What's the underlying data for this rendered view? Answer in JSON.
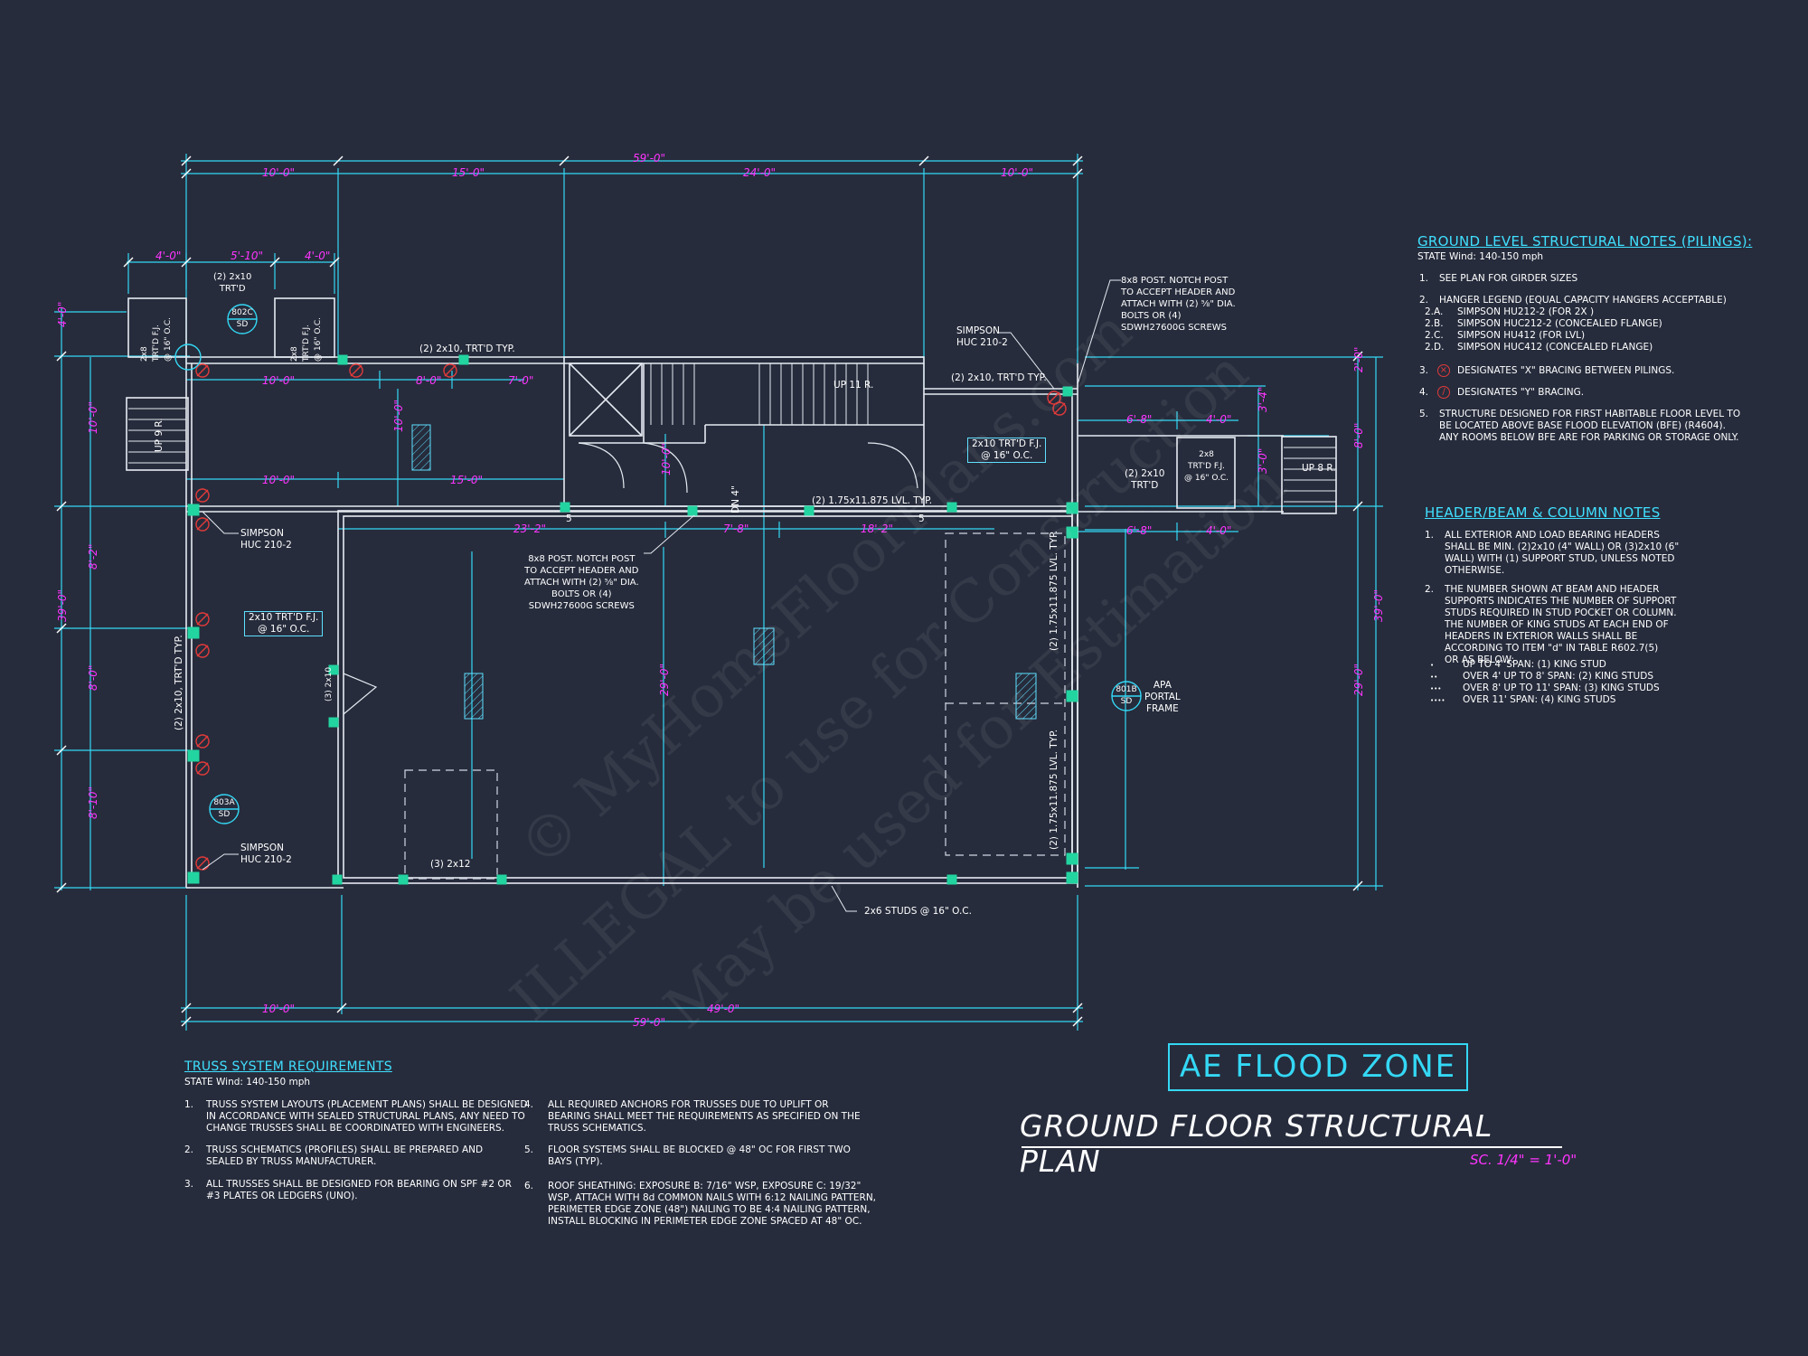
{
  "dimensions": {
    "top_overall": "59'-0\"",
    "top_segments": [
      "10'-0\"",
      "15'-0\"",
      "24'-0\"",
      "10'-0\""
    ],
    "stair_segments": [
      "4'-0\"",
      "5'-10\"",
      "4'-0\""
    ],
    "room_row1": [
      "10'-0\"",
      "8'-0\"",
      "7'-0\""
    ],
    "room_row2": [
      "10'-0\"",
      "15'-0\""
    ],
    "room_row3": [
      "23'-2\"",
      "7'-8\"",
      "18'-2\""
    ],
    "right_porch": [
      "6'-8\"",
      "4'-0\"",
      "6'-8\"",
      "4'-0\""
    ],
    "left_vertical": [
      "4'-0\"",
      "10'-0\"",
      "8'-2\"",
      "8'-0\"",
      "8'-10\"",
      "39'-0\""
    ],
    "right_vertical": [
      "2'-0\"",
      "3'-4\"",
      "8'-0\"",
      "3'-0\"",
      "39'-0\"",
      "29'-0\""
    ],
    "inner_vertical": [
      "10'-0\"",
      "10'-0\"",
      "29'-0\""
    ],
    "bottom_segments": [
      "10'-0\"",
      "49'-0\""
    ],
    "bottom_overall": "59'-0\""
  },
  "plan_labels": {
    "joists_2x10": "(2) 2x10\nTRT'D",
    "joists_2x8_a": "2x8\nTRT'D F.J.\n@ 16\" O.C.",
    "joists_2x8_b": "2x8\nTRT'D F.J.\n@ 16\" O.C.",
    "section_802c": "802C\nSD",
    "section_803a": "803A\nSD",
    "section_801b": "801B\nSD",
    "beam_2x10_typ": "(2) 2x10, TRT'D TYP.",
    "beam_2x10_typ_right": "(2) 2x10, TRT'D TYP.",
    "simpson_top": "SIMPSON\nHUC 210-2",
    "simpson_left1": "SIMPSON\nHUC 210-2",
    "simpson_left2": "SIMPSON\nHUC 210-2",
    "post_note_top": "8x8 POST. NOTCH POST\nTO ACCEPT HEADER AND\nATTACH WITH (2) ⅝\" DIA.\nBOLTS OR (4)\nSDWH27600G SCREWS",
    "post_note_mid": "8x8 POST. NOTCH POST\nTO ACCEPT HEADER AND\nATTACH WITH (2) ⅝\" DIA.\nBOLTS OR (4)\nSDWH27600G SCREWS",
    "lvl_beam": "(2) 1.75x11.875 LVL. TYP.",
    "lvl_vert_1": "(2) 1.75x11.875 LVL. TYP.",
    "lvl_vert_2": "(2) 1.75x11.875 LVL. TYP.",
    "left_wall_beam": "(2) 2x10, TRT'D TYP.",
    "tag_2x10_left": "2x10 TRT'D F.J.\n@ 16\" O.C.",
    "tag_2x10_right": "2x10 TRT'D F.J.\n@ 16\" O.C.",
    "trt_2x10_right": "(2) 2x10\nTRT'D",
    "joists_2x8_right": "2x8\nTRT'D F.J.\n@ 16\" O.C.",
    "stud_note": "2x6 STUDS @ 16\" O.C.",
    "beam_3_2x12": "(3) 2x12",
    "dn_label": "DN 4\"",
    "up_label_main": "UP 11 R.",
    "up_label_left": "UP 9 R.",
    "up_label_right": "UP 8 R.",
    "apa_frame": "APA\nPORTAL\nFRAME",
    "marker_5a": "5",
    "marker_5b": "5",
    "wall_2x10_left": "(3) 2x10"
  },
  "ground_notes": {
    "title": "GROUND LEVEL STRUCTURAL NOTES (PILINGS):",
    "wind": "STATE Wind: 140-150 mph",
    "items": [
      {
        "n": "1.",
        "t": "SEE PLAN FOR GIRDER SIZES"
      },
      {
        "n": "2.",
        "t": "HANGER LEGEND (EQUAL CAPACITY HANGERS ACCEPTABLE)"
      },
      {
        "n": "2.A.",
        "t": "SIMPSON HU212-2 (FOR 2X )"
      },
      {
        "n": "2.B.",
        "t": "SIMPSON HUC212-2 (CONCEALED FLANGE)"
      },
      {
        "n": "2.C.",
        "t": "SIMPSON HU412 (FOR LVL)"
      },
      {
        "n": "2.D.",
        "t": "SIMPSON HUC412 (CONCEALED FLANGE)"
      },
      {
        "n": "3.",
        "t": "DESIGNATES \"X\" BRACING BETWEEN PILINGS."
      },
      {
        "n": "4.",
        "t": "DESIGNATES \"Y\" BRACING."
      },
      {
        "n": "5.",
        "t": "STRUCTURE DESIGNED FOR FIRST HABITABLE FLOOR LEVEL TO\nBE LOCATED ABOVE BASE FLOOD ELEVATION (BFE) (R4604).\nANY ROOMS BELOW BFE ARE FOR PARKING OR STORAGE ONLY."
      }
    ]
  },
  "header_notes": {
    "title": "HEADER/BEAM & COLUMN NOTES",
    "item1": "ALL EXTERIOR AND LOAD BEARING HEADERS\nSHALL BE MIN. (2)2x10 (4\" WALL) OR (3)2x10 (6\"\nWALL) WITH (1) SUPPORT STUD, UNLESS NOTED\nOTHERWISE.",
    "item2": "THE NUMBER SHOWN AT BEAM AND HEADER\nSUPPORTS INDICATES THE NUMBER OF SUPPORT\nSTUDS REQUIRED IN STUD POCKET OR COLUMN.\nTHE NUMBER OF KING STUDS AT EACH END OF\nHEADERS IN EXTERIOR WALLS SHALL BE\nACCORDING TO ITEM \"d\" IN TABLE R602.7(5)\nOR AS BELOW:",
    "bullets": [
      "UP TO 4' SPAN: (1) KING STUD",
      "OVER 4' UP TO 8' SPAN: (2) KING STUDS",
      "OVER 8' UP TO 11' SPAN: (3) KING STUDS",
      "OVER 11' SPAN: (4) KING STUDS"
    ]
  },
  "truss_notes": {
    "title": "TRUSS SYSTEM REQUIREMENTS",
    "wind": "STATE Wind: 140-150 mph",
    "items": [
      {
        "n": "1.",
        "t": "TRUSS SYSTEM LAYOUTS (PLACEMENT PLANS) SHALL BE DESIGNED\nIN ACCORDANCE WITH SEALED STRUCTURAL PLANS, ANY NEED TO\nCHANGE TRUSSES SHALL BE COORDINATED WITH ENGINEERS."
      },
      {
        "n": "2.",
        "t": "TRUSS SCHEMATICS (PROFILES) SHALL BE PREPARED AND\nSEALED BY TRUSS MANUFACTURER."
      },
      {
        "n": "3.",
        "t": "ALL TRUSSES SHALL BE DESIGNED FOR BEARING ON SPF #2 OR\n#3 PLATES OR LEDGERS (UNO)."
      },
      {
        "n": "4.",
        "t": "ALL REQUIRED ANCHORS FOR TRUSSES DUE TO UPLIFT OR\nBEARING SHALL MEET THE REQUIREMENTS AS SPECIFIED ON THE\nTRUSS SCHEMATICS."
      },
      {
        "n": "5.",
        "t": "FLOOR SYSTEMS SHALL BE BLOCKED @ 48\" OC FOR FIRST TWO\nBAYS (TYP)."
      },
      {
        "n": "6.",
        "t": "ROOF SHEATHING: EXPOSURE B: 7/16\" WSP, EXPOSURE C: 19/32\"\nWSP, ATTACH WITH 8d COMMON NAILS WITH 6:12 NAILING PATTERN,\nPERIMETER EDGE ZONE (48\") NAILING TO BE 4:4 NAILING PATTERN,\nINSTALL BLOCKING IN PERIMETER EDGE ZONE SPACED AT 48\" OC."
      }
    ]
  },
  "title_block": {
    "zone": "AE FLOOD ZONE",
    "title": "GROUND FLOOR STRUCTURAL PLAN",
    "scale": "SC. 1/4\" = 1'-0\""
  },
  "watermark": {
    "line1": "© MyHomeFloorPlans.com",
    "line2": "ILLEGAL to use for Construction",
    "line3": "May be used for Estimation"
  },
  "colors": {
    "background": "#262c3c",
    "linework": "#e6ebf2",
    "dimension": "#34d8f5",
    "dimension_text": "#ff34ff",
    "connector": "#22d4a0",
    "bracing": "#e23a3a"
  }
}
